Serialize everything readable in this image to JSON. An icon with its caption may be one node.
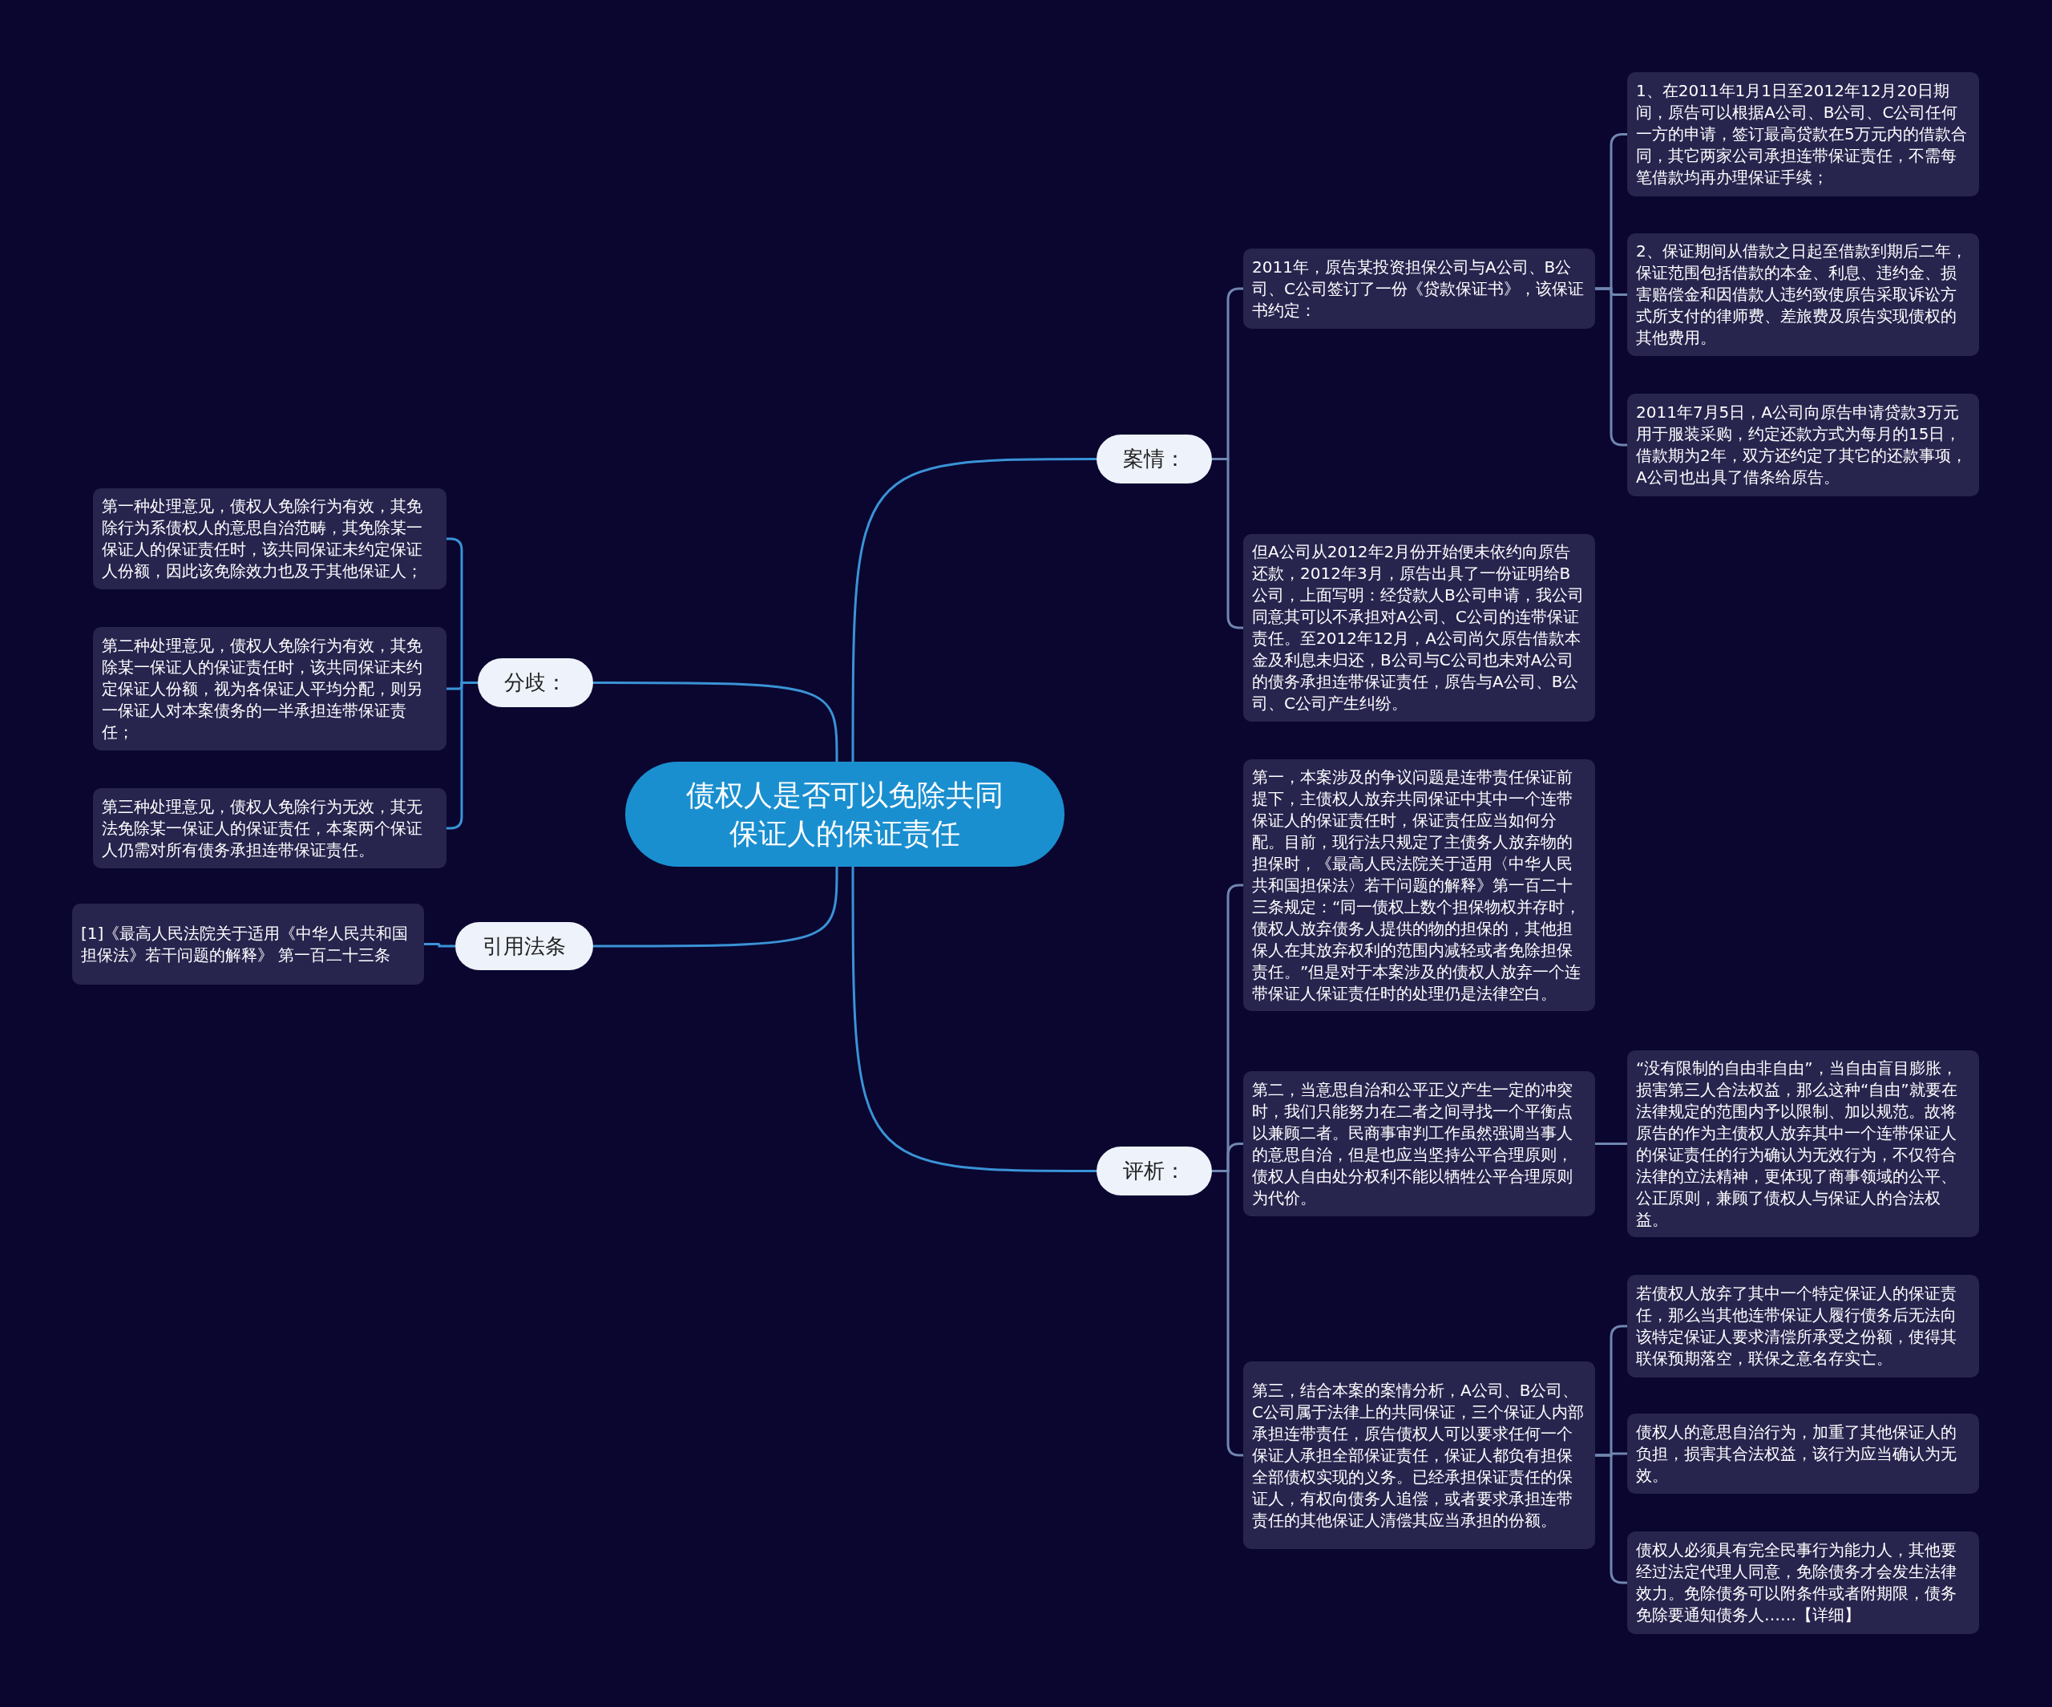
{
  "diagram": {
    "nodes": [
      {
        "text": [
          "债权人是否可以免除共同保证人的保证责任"
        ]
      },
      {
        "text": [
          "案情："
        ]
      },
      {
        "text": [
          "2011年，原告某投资担保公司与A公司、B公司、C公司签订了一份《贷款保证书》，该保证书约定："
        ]
      },
      {
        "text": [
          "1、在2011年1月1日至2012年12月20日期间，原告可以根据A公司、B公司、C公司任何一方的申请，签订最高贷款在5万元内的借款合同，其它两家公司承担连带保证责任，不需每笔借款均再办理保证手续；"
        ]
      },
      {
        "text": [
          "2、保证期间从借款之日起至借款到期后二年，保证范围包括借款的本金、利息、违约金、损害赔偿金和因借款人违约致使原告采取诉讼方式所支付的律师费、差旅费及原告实现债权的其他费用。"
        ]
      },
      {
        "text": [
          "2011年7月5日，A公司向原告申请贷款3万元用于服装采购，约定还款方式为每月的15日，借款期为2年，双方还约定了其它的还款事项，A公司也出具了借条给原告。"
        ]
      },
      {
        "text": [
          "但A公司从2012年2月份开始便未依约向原告还款，2012年3月，原告出具了一份证明给B公司，上面写明：经贷款人B公司申请，我公司同意其可以不承担对A公司、C公司的连带保证责任。至2012年12月，A公司尚欠原告借款本金及利息未归还，B公司与C公司也未对A公司的债务承担连带保证责任，原告与A公司、B公司、C公司产生纠纷。"
        ]
      },
      {
        "text": [
          "评析："
        ]
      },
      {
        "text": [
          "第一，本案涉及的争议问题是连带责任保证前提下，主债权人放弃共同保证中其中一个连带保证人的保证责任时，保证责任应当如何分配。目前，现行法只规定了主债务人放弃物的担保时，《最高人民法院关于适用〈中华人民共和国担保法〉若干问题的解释》第一百二十三条规定：“同一债权上数个担保物权并存时，债权人放弃债务人提供的物的担保的，其他担保人在其放弃权利的范围内减轻或者免除担保责任。”但是对于本案涉及的债权人放弃一个连带保证人保证责任时的处理仍是法律空白。"
        ]
      },
      {
        "text": [
          "第二，当意思自治和公平正义产生一定的冲突时，我们只能努力在二者之间寻找一个平衡点以兼顾二者。民商事审判工作虽然强调当事人的意思自治，但是也应当坚持公平合理原则，债权人自由处分权利不能以牺牲公平合理原则为代价。"
        ]
      },
      {
        "text": [
          "“没有限制的自由非自由”，当自由盲目膨胀，损害第三人合法权益，那么这种“自由”就要在法律规定的范围内予以限制、加以规范。故将原告的作为主债权人放弃其中一个连带保证人的保证责任的行为确认为无效行为，不仅符合法律的立法精神，更体现了商事领域的公平、公正原则，兼顾了债权人与保证人的合法权益。"
        ]
      },
      {
        "text": [
          "第三，结合本案的案情分析，A公司、B公司、C公司属于法律上的共同保证，三个保证人内部承担连带责任，原告债权人可以要求任何一个保证人承担全部保证责任，保证人都负有担保全部债权实现的义务。已经承担保证责任的保证人，有权向债务人追偿，或者要求承担连带责任的其他保证人清偿其应当承担的份额。"
        ]
      },
      {
        "text": [
          "若债权人放弃了其中一个特定保证人的保证责任，那么当其他连带保证人履行债务后无法向该特定保证人要求清偿所承受之份额，使得其联保预期落空，联保之意名存实亡。"
        ]
      },
      {
        "text": [
          "债权人的意思自治行为，加重了其他保证人的负担，损害其合法权益，该行为应当确认为无效。"
        ]
      },
      {
        "text": [
          "债权人必须具有完全民事行为能力人，其他要经过法定代理人同意，免除债务才会发生法律效力。免除债务可以附条件或者附期限，债务免除要通知债务人……【详细】"
        ]
      },
      {
        "text": [
          "分歧："
        ]
      },
      {
        "text": [
          "第一种处理意见，债权人免除行为有效，其免除行为系债权人的意思自治范畴，其免除某一保证人的保证责任时，该共同保证未约定保证人份额，因此该免除效力也及于其他保证人；"
        ]
      },
      {
        "text": [
          "第二种处理意见，债权人免除行为有效，其免除某一保证人的保证责任时，该共同保证未约定保证人份额，视为各保证人平均分配，则另一保证人对本案债务的一半承担连带保证责任；"
        ]
      },
      {
        "text": [
          "第三种处理意见，债权人免除行为无效，其无法免除某一保证人的保证责任，本案两个保证人仍需对所有债务承担连带保证责任。"
        ]
      },
      {
        "text": [
          "引用法条"
        ]
      },
      {
        "text": [
          "[1]《最高人民法院关于适用《中华人民共和国担保法》若干问题的解释》 第一百二十三条"
        ]
      }
    ],
    "edges": [
      {
        "from": 0,
        "to": 1,
        "arrow": "none"
      },
      {
        "from": 1,
        "to": 2,
        "arrow": "none"
      },
      {
        "from": 2,
        "to": 3,
        "arrow": "none"
      },
      {
        "from": 2,
        "to": 4,
        "arrow": "none"
      },
      {
        "from": 2,
        "to": 5,
        "arrow": "none"
      },
      {
        "from": 1,
        "to": 6,
        "arrow": "none"
      },
      {
        "from": 0,
        "to": 7,
        "arrow": "none"
      },
      {
        "from": 7,
        "to": 8,
        "arrow": "none"
      },
      {
        "from": 7,
        "to": 9,
        "arrow": "none"
      },
      {
        "from": 9,
        "to": 10,
        "arrow": "none"
      },
      {
        "from": 7,
        "to": 11,
        "arrow": "none"
      },
      {
        "from": 11,
        "to": 12,
        "arrow": "none"
      },
      {
        "from": 11,
        "to": 13,
        "arrow": "none"
      },
      {
        "from": 11,
        "to": 14,
        "arrow": "none"
      },
      {
        "from": 0,
        "to": 15,
        "arrow": "none"
      },
      {
        "from": 15,
        "to": 16,
        "arrow": "none"
      },
      {
        "from": 15,
        "to": 17,
        "arrow": "none"
      },
      {
        "from": 15,
        "to": 18,
        "arrow": "none"
      },
      {
        "from": 0,
        "to": 19,
        "arrow": "none"
      },
      {
        "from": 19,
        "to": 20,
        "arrow": "none"
      }
    ]
  }
}
